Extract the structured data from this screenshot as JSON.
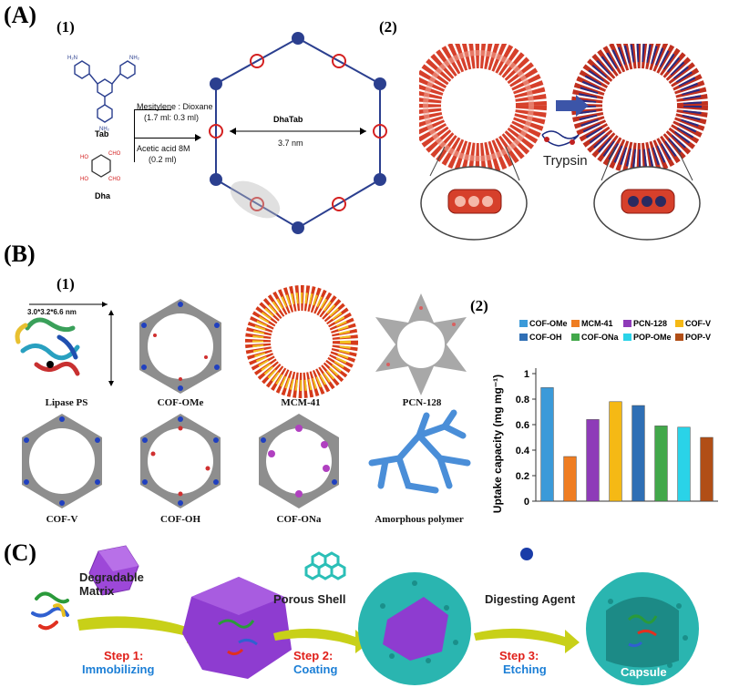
{
  "panelA": {
    "label": "(A)",
    "sub1": "(1)",
    "sub2": "(2)",
    "tab_label": "Tab",
    "dha_label": "Dha",
    "solvent": "Mesitylene : Dioxane",
    "volumes": "(1.7 ml: 0.3 ml)",
    "acid": "Acetic acid 8M",
    "acid_vol": "(0.2 ml)",
    "cof_name": "DhaTab",
    "pore_size": "3.7 nm",
    "enzyme": "Trypsin"
  },
  "panelB": {
    "label": "(B)",
    "sub1": "(1)",
    "sub2": "(2)",
    "dims": "3.0*3.2*6.6 nm",
    "structures": [
      "Lipase PS",
      "COF-OMe",
      "MCM-41",
      "PCN-128",
      "COF-V",
      "COF-OH",
      "COF-ONa",
      "Amorphous polymer"
    ]
  },
  "chart_data": {
    "type": "bar",
    "categories": [
      "COF-OMe",
      "MCM-41",
      "PCN-128",
      "COF-V",
      "COF-OH",
      "COF-ONa",
      "POP-OMe",
      "POP-V"
    ],
    "values": [
      0.89,
      0.35,
      0.64,
      0.78,
      0.75,
      0.59,
      0.58,
      0.5
    ],
    "colors": [
      "#3b9ad9",
      "#ef7d22",
      "#8e3bb8",
      "#f5b915",
      "#2f6fb5",
      "#42a84a",
      "#2ad3e8",
      "#b14e16"
    ],
    "xlabel": "",
    "ylabel": "Uptake capacity (mg mg⁻¹)",
    "ylim": [
      0,
      1
    ],
    "yticks": [
      "0",
      "0.2",
      "0.4",
      "0.6",
      "0.8",
      "1"
    ],
    "legend": "top",
    "grid": false
  },
  "panelC": {
    "label": "(C)",
    "matrix": "Degradable\nMatrix",
    "step1": "Step 1:",
    "step1_action": "Immobilizing",
    "shell": "Porous Shell",
    "step2": "Step 2:",
    "step2_action": "Coating",
    "agent": "Digesting Agent",
    "step3": "Step 3:",
    "step3_action": "Etching",
    "capsule": "Capsule"
  },
  "colors": {
    "red_step": "#e0201a",
    "blue_step": "#1c7fd6",
    "teal": "#2bbfb7",
    "purple": "#8a3fc9"
  }
}
